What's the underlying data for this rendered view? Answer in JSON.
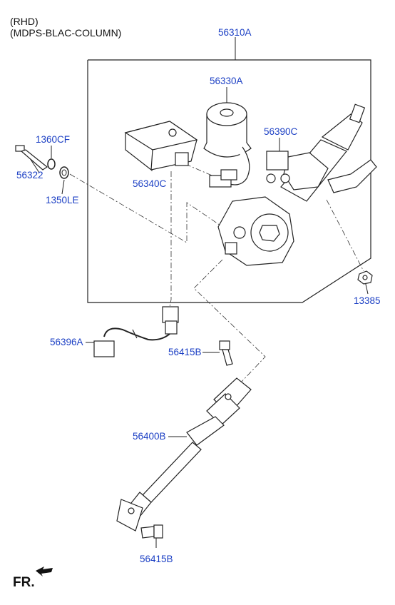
{
  "header": {
    "line1": "(RHD)",
    "line2": "(MDPS-BLAC-COLUMN)"
  },
  "labels": {
    "p56310A": "56310A",
    "p56330A": "56330A",
    "p1360CF": "1360CF",
    "p56390C": "56390C",
    "p56322": "56322",
    "p56340C": "56340C",
    "p1350LE": "1350LE",
    "p13385": "13385",
    "p56396A": "56396A",
    "p56415B_top": "56415B",
    "p56400B": "56400B",
    "p56415B_bottom": "56415B"
  },
  "footer": {
    "direction": "FR."
  },
  "colors": {
    "label": "#1b3fc4",
    "line": "#222222"
  }
}
